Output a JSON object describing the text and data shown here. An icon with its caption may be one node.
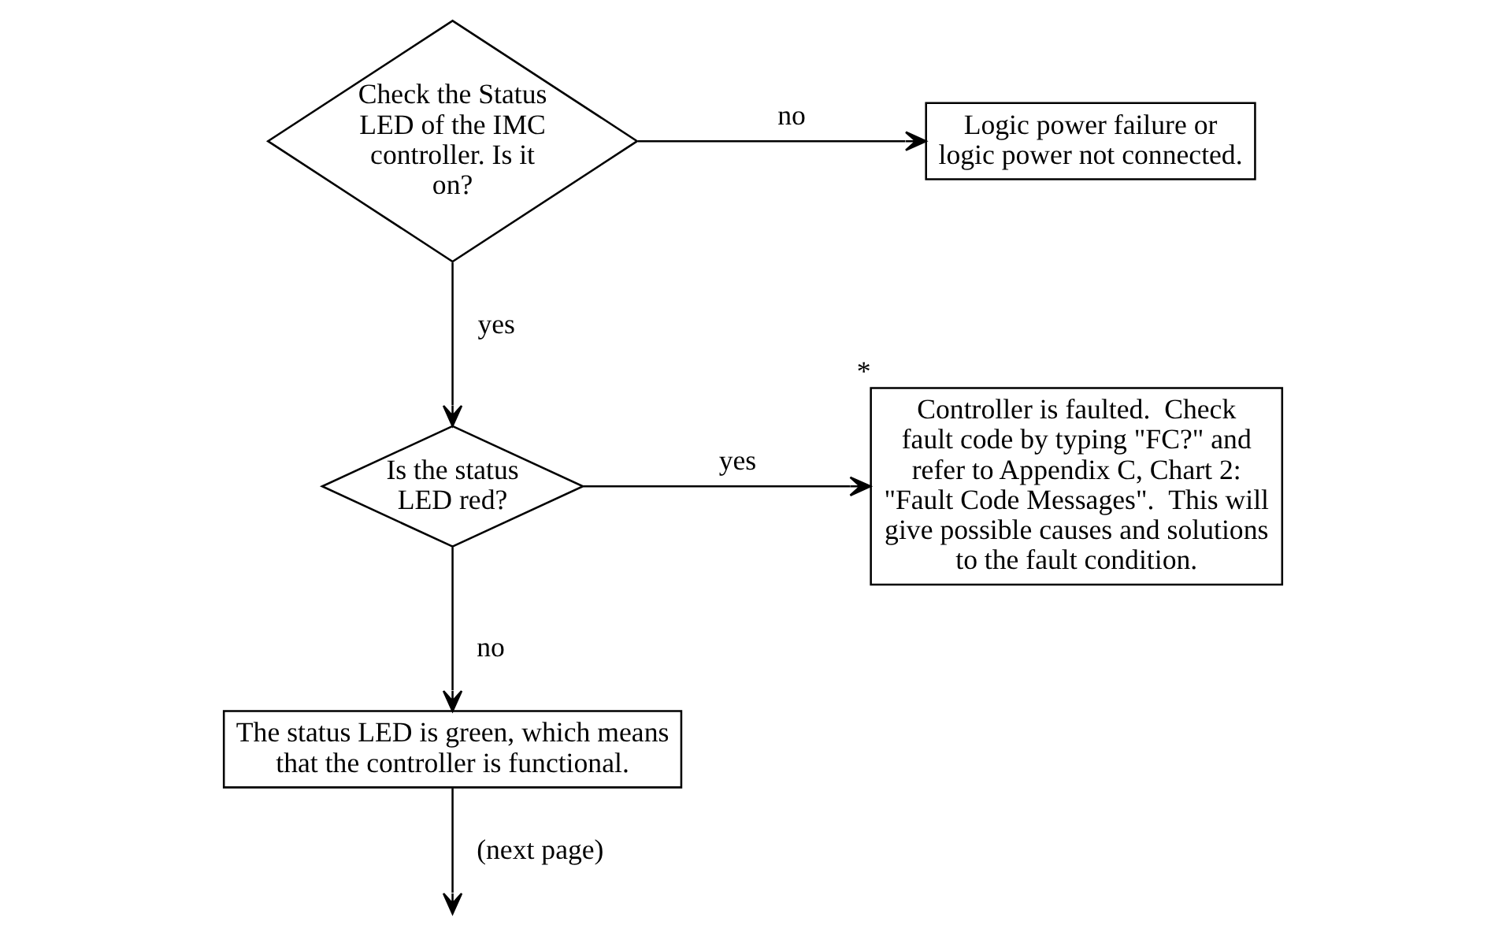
{
  "diagram": {
    "nodes": [
      {
        "text": [
          "Check the Status LED of the IMC controller. Is it on?"
        ]
      },
      {
        "text": [
          "Logic power failure or logic power not connected."
        ]
      },
      {
        "text": [
          "Is the status LED red?"
        ]
      },
      {
        "text": [
          "Controller is faulted.  Check fault code by typing \"FC?\" and refer to Appendix C, Chart 2: \"Fault Code Messages\".  This will give possible causes and solutions to the fault condition."
        ],
        "beside": [
          "*"
        ]
      },
      {
        "text": [
          "The status LED is green, which means that the controller is functional."
        ]
      }
    ],
    "edges": [
      {
        "from": 0,
        "to": 1,
        "arrow": "to",
        "label": "no"
      },
      {
        "from": 0,
        "to": 2,
        "arrow": "to",
        "label": "yes"
      },
      {
        "from": 2,
        "to": 3,
        "arrow": "to",
        "label": "yes"
      },
      {
        "from": 2,
        "to": 4,
        "arrow": "to",
        "label": "no"
      },
      {
        "from": 4,
        "to": null,
        "arrow": "to",
        "label": "(next page)"
      }
    ]
  }
}
